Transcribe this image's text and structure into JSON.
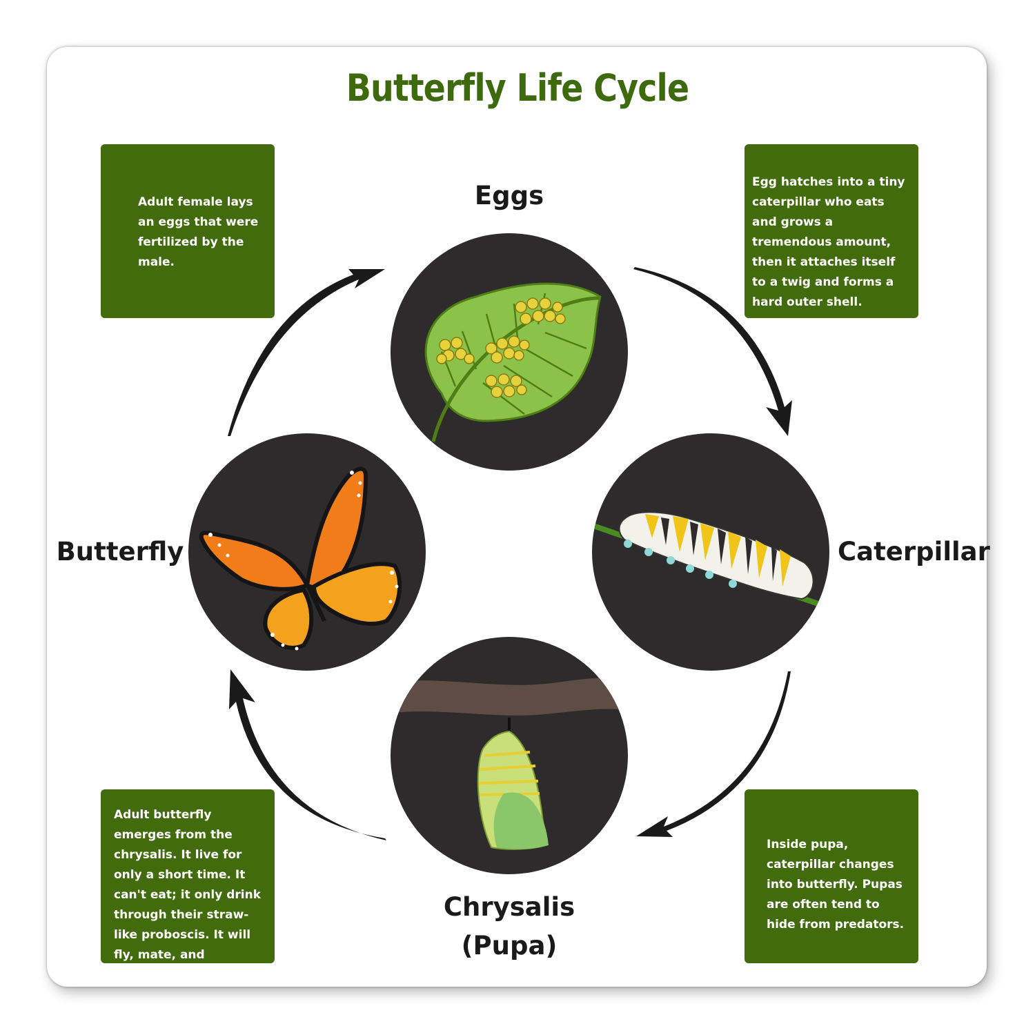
{
  "title": "Butterfly Life Cycle",
  "stages": {
    "eggs": "Eggs",
    "caterpillar": "Caterpillar",
    "chrysalis_line1": "Chrysalis",
    "chrysalis_line2": "(Pupa)",
    "butterfly": "Butterfly"
  },
  "descriptions": {
    "eggs": "Adult female lays an eggs that were fertilized by the male.",
    "caterpillar": "Egg hatches into a tiny caterpillar who eats and grows a tremendous amount, then it attaches itself to a twig and forms a hard outer shell.",
    "chrysalis": "Inside pupa, caterpillar changes into butterfly. Pupas are often tend to hide from predators.",
    "butterfly": "Adult butterfly emerges from the chrysalis. It live for only a short time. It can't eat; it only drink through their straw-like proboscis. It will fly, mate, and reproduce."
  },
  "colors": {
    "title": "#3d6a0c",
    "box": "#416b0c",
    "circle": "#2d2b2c",
    "arrow": "#1a1a1a"
  }
}
